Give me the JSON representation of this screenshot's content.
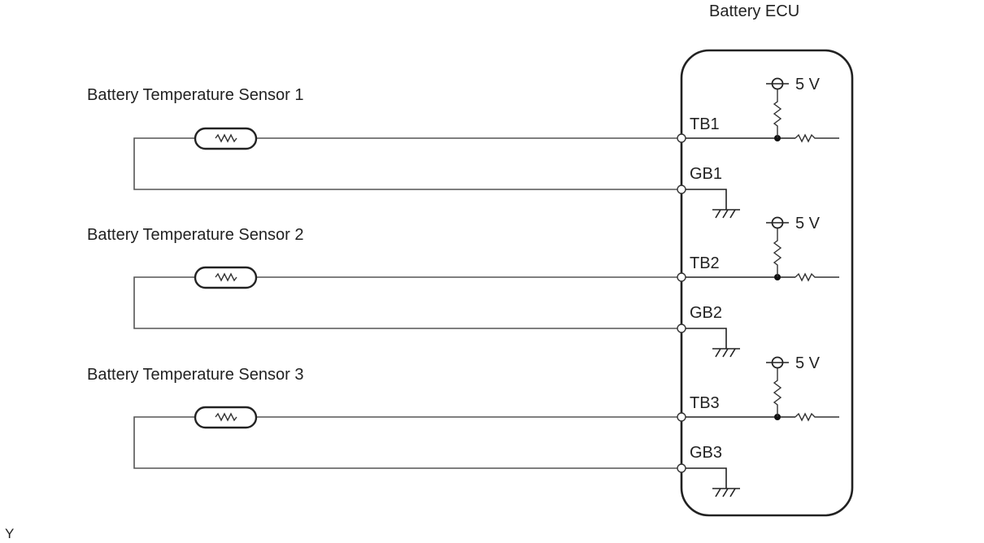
{
  "ecu": {
    "title": "Battery ECU"
  },
  "sensors": [
    {
      "label": "Battery Temperature Sensor 1",
      "signal_pin": "TB1",
      "ground_pin": "GB1",
      "supply": "5 V"
    },
    {
      "label": "Battery Temperature Sensor 2",
      "signal_pin": "TB2",
      "ground_pin": "GB2",
      "supply": "5 V"
    },
    {
      "label": "Battery Temperature Sensor 3",
      "signal_pin": "TB3",
      "ground_pin": "GB3",
      "supply": "5 V"
    }
  ],
  "corner_mark": "Y",
  "icons": {
    "thermistor": "thermistor-icon",
    "ground": "ground-icon",
    "pullup": "pullup-resistor-icon",
    "series": "series-resistor-icon",
    "supply": "voltage-supply-icon"
  }
}
